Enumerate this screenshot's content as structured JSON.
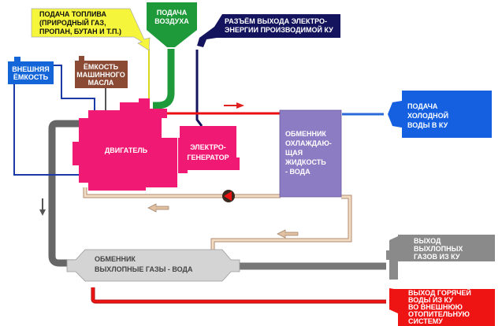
{
  "labels": {
    "fuel": [
      "ПОДАЧА ТОПЛИВА",
      "(ПРИРОДНЫЙ ГАЗ,",
      "ПРОПАН, БУТАН И Т.П.)"
    ],
    "air": [
      "ПОДАЧА",
      "ВОЗДУХА"
    ],
    "power_out": [
      "РАЗЪЁМ ВЫХОДА ЭЛЕКТРО-",
      "ЭНЕРГИИ ПРОИЗВОДИМОЙ КУ"
    ],
    "external_tank": [
      "ВНЕШНЯЯ",
      "ЁМКОСТЬ"
    ],
    "oil_tank": [
      "ЁМКОСТЬ",
      "МАШИННОГО",
      "МАСЛА"
    ],
    "engine": "ДВИГАТЕЛЬ",
    "generator": [
      "ЭЛЕКТРО-",
      "ГЕНЕРАТОР"
    ],
    "coolant_exchanger": [
      "ОБМЕННИК",
      "ОХЛАЖДАЮ-",
      "ЩАЯ",
      "ЖИДКОСТЬ",
      "- ВОДА"
    ],
    "cold_water_in": [
      "ПОДАЧА",
      "ХОЛОДНОЙ",
      "ВОДЫ В КУ"
    ],
    "exhaust_exchanger": [
      "ОБМЕННИК",
      "ВЫХЛОПНЫЕ ГАЗЫ - ВОДА"
    ],
    "exhaust_out": [
      "ВЫХОД",
      "ВЫХЛОПНЫХ",
      "ГАЗОВ ИЗ КУ"
    ],
    "hot_water_out": [
      "ВЫХОД ГОРЯЧЕЙ",
      "ВОДЫ ИЗ КУ",
      "ВО ВНЕШНЮЮ",
      "ОТОПИТЕЛЬНУЮ",
      "СИСТЕМУ"
    ]
  },
  "colors": {
    "fuel": "#f5f53c",
    "air": "#1e9a3a",
    "power": "#14145e",
    "external_tank": "#1466d8",
    "oil_tank": "#8a4a34",
    "engine": "#f01a74",
    "coolant_exchanger": "#8c7cc4",
    "cold_water": "#1460e0",
    "exhaust": "#8a8a8a",
    "exhaust_exchanger": "#d4d4d4",
    "hot_water": "#ee1414",
    "coolant_pipe": "#e8cdb0"
  }
}
